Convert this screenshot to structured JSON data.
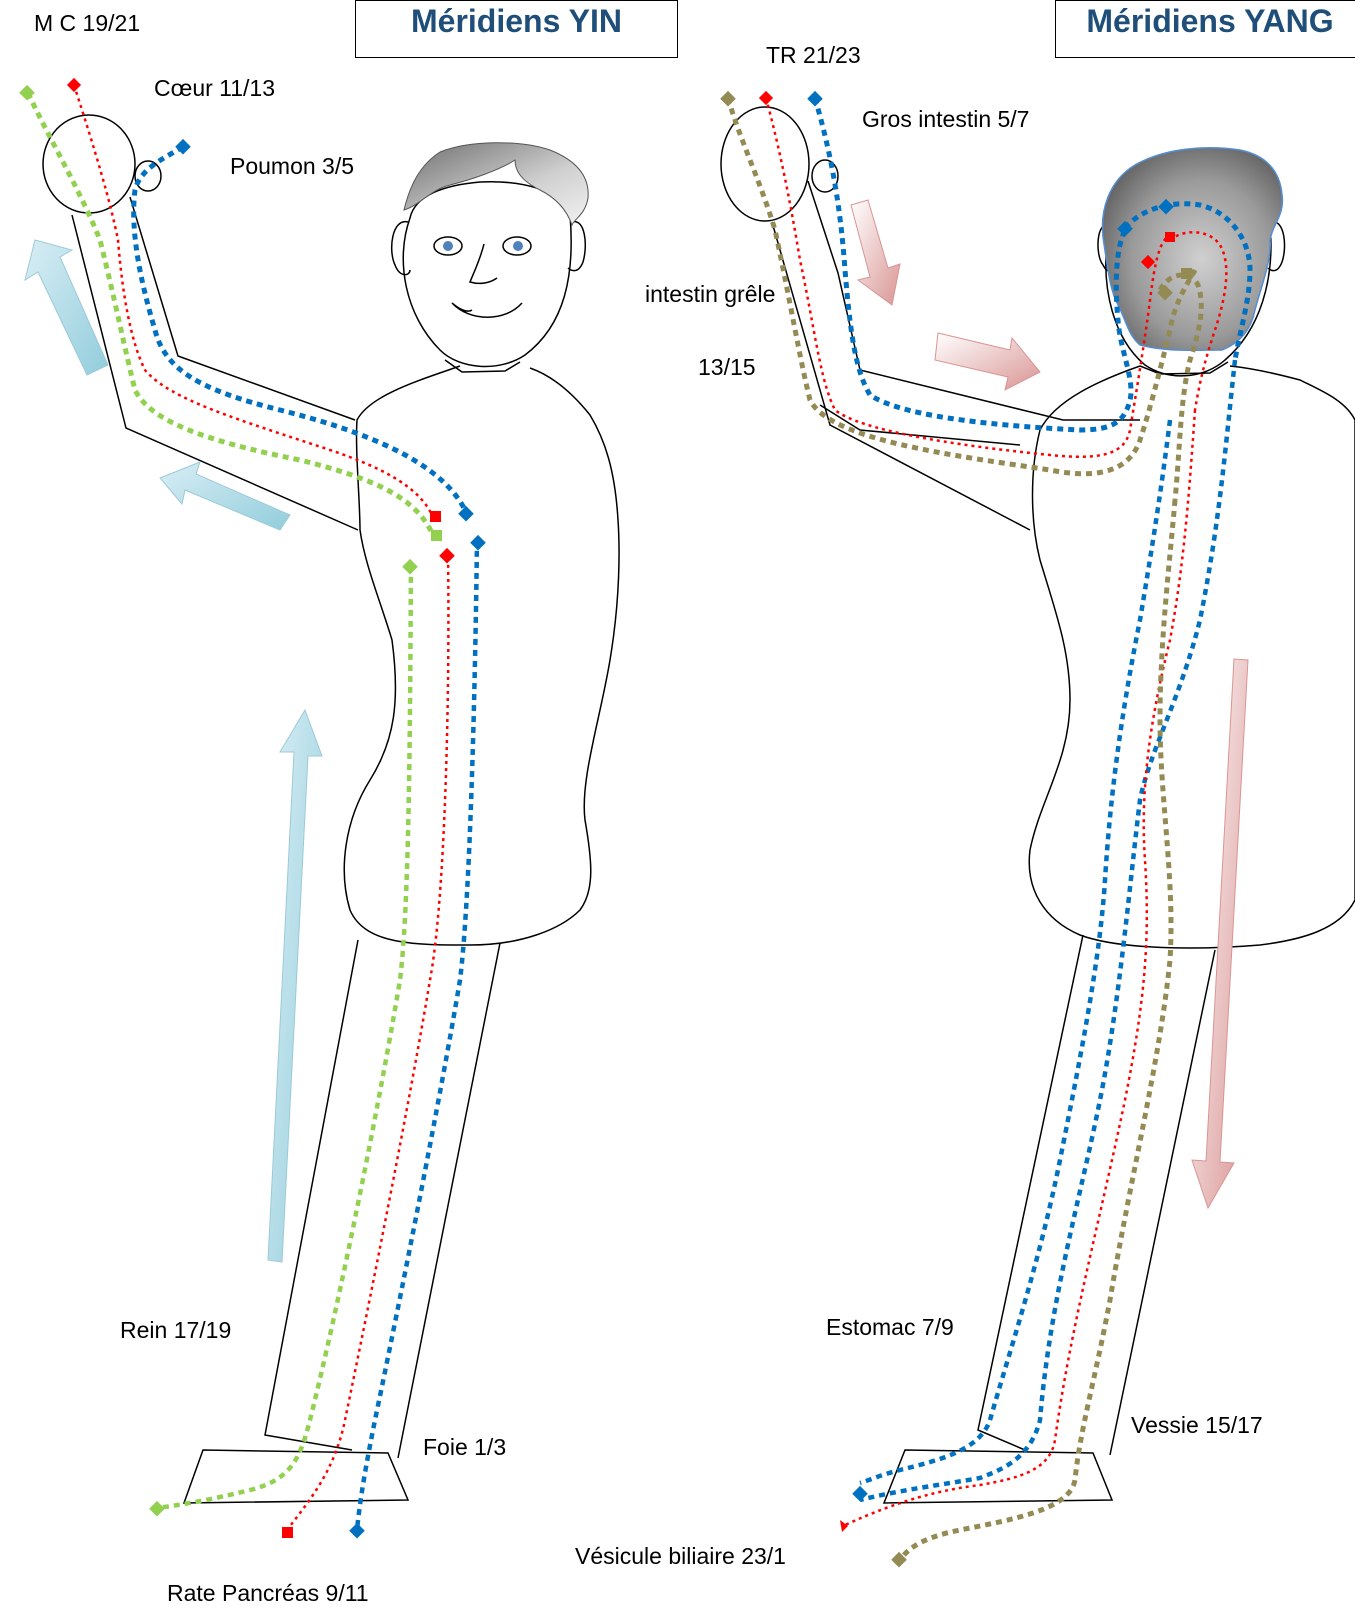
{
  "titles": {
    "yin": "Méridiens YIN",
    "yang": "Méridiens YANG"
  },
  "yin_labels": {
    "mc": "M C  19/21",
    "coeur": "Cœur 11/13",
    "poumon": "Poumon 3/5",
    "rein": "Rein 17/19",
    "foie": "Foie 1/3",
    "rate": "Rate Pancréas  9/11"
  },
  "yang_labels": {
    "tr": "TR   21/23",
    "gros_intestin": "Gros intestin 5/7",
    "intestin_grele": "intestin  grêle",
    "intestin_grele_num": "13/15",
    "estomac": "Estomac 7/9",
    "vessie": "Vessie 15/17",
    "vesicule": "Vésicule biliaire  23/1"
  },
  "colors": {
    "green": "#92d050",
    "red": "#ff0000",
    "blue": "#0070c0",
    "olive": "#948a54",
    "yin_arrow": "#b7dde8",
    "yang_arrow": "#e6b9b8",
    "title_text": "#1f4e79",
    "hair": "#808080"
  }
}
